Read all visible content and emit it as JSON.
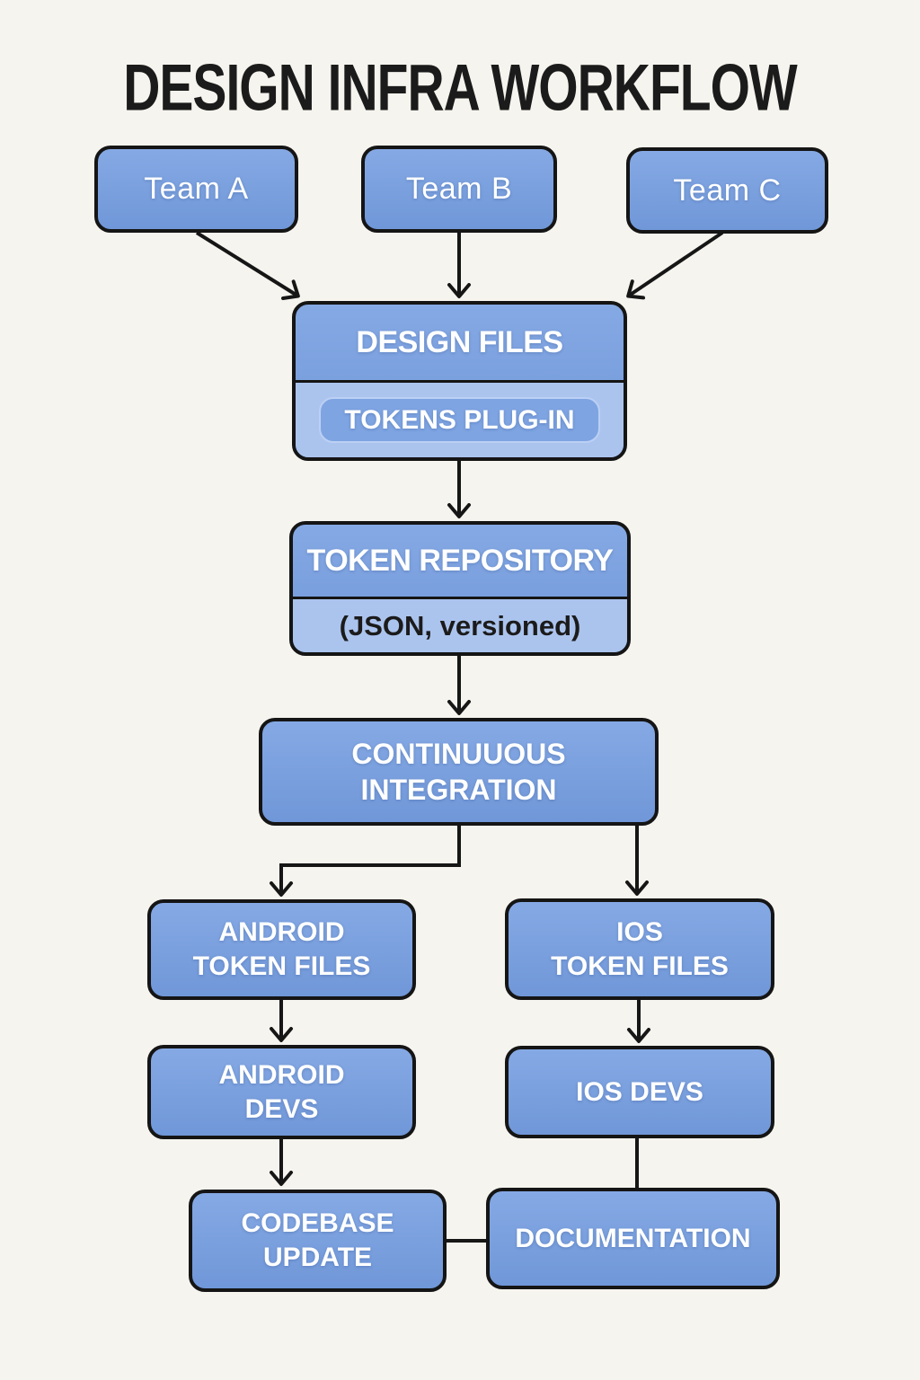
{
  "title": "DESIGN INFRA WORKFLOW",
  "colors": {
    "background": "#f6f4ee",
    "node_fill": "#7aa0dd",
    "node_fill_light": "#abc4ee",
    "pill_fill": "#7ea4e2",
    "border": "#151515",
    "text_light": "#ffffff",
    "text_dark": "#1b1b1b"
  },
  "nodes": {
    "team_a": {
      "label": "Team A"
    },
    "team_b": {
      "label": "Team B"
    },
    "team_c": {
      "label": "Team C"
    },
    "design_files": {
      "label": "DESIGN FILES",
      "sub_label": "TOKENS PLUG-IN"
    },
    "token_repository": {
      "label": "TOKEN REPOSITORY",
      "sub_label": "(JSON, versioned)"
    },
    "continuous_integration": {
      "lines": [
        "CONTINUUOUS",
        "INTEGRATION"
      ]
    },
    "android_token_files": {
      "lines": [
        "ANDROID",
        "TOKEN FILES"
      ]
    },
    "ios_token_files": {
      "lines": [
        "IOS",
        "TOKEN FILES"
      ]
    },
    "android_devs": {
      "lines": [
        "ANDROID",
        "DEVS"
      ]
    },
    "ios_devs": {
      "label": "IOS DEVS"
    },
    "codebase_update": {
      "lines": [
        "CODEBASE",
        "UPDATE"
      ]
    },
    "documentation": {
      "label": "DOCUMENTATION"
    }
  },
  "edges": [
    {
      "from": "Team A",
      "to": "Design Files",
      "arrow": true
    },
    {
      "from": "Team B",
      "to": "Design Files",
      "arrow": true
    },
    {
      "from": "Team C",
      "to": "Design Files",
      "arrow": true
    },
    {
      "from": "Design Files",
      "to": "Token Repository",
      "arrow": true
    },
    {
      "from": "Token Repository",
      "to": "Continuous Integration",
      "arrow": true
    },
    {
      "from": "Continuous Integration",
      "to": "Android Token Files",
      "arrow": true
    },
    {
      "from": "Continuous Integration",
      "to": "iOS Token Files",
      "arrow": true
    },
    {
      "from": "Android Token Files",
      "to": "Android Devs",
      "arrow": true
    },
    {
      "from": "iOS Token Files",
      "to": "iOS Devs",
      "arrow": true
    },
    {
      "from": "Android Devs",
      "to": "Codebase Update",
      "arrow": true
    },
    {
      "from": "iOS Devs",
      "to": "Documentation",
      "arrow": false
    },
    {
      "from": "Codebase Update",
      "to": "Documentation",
      "arrow": false
    }
  ]
}
